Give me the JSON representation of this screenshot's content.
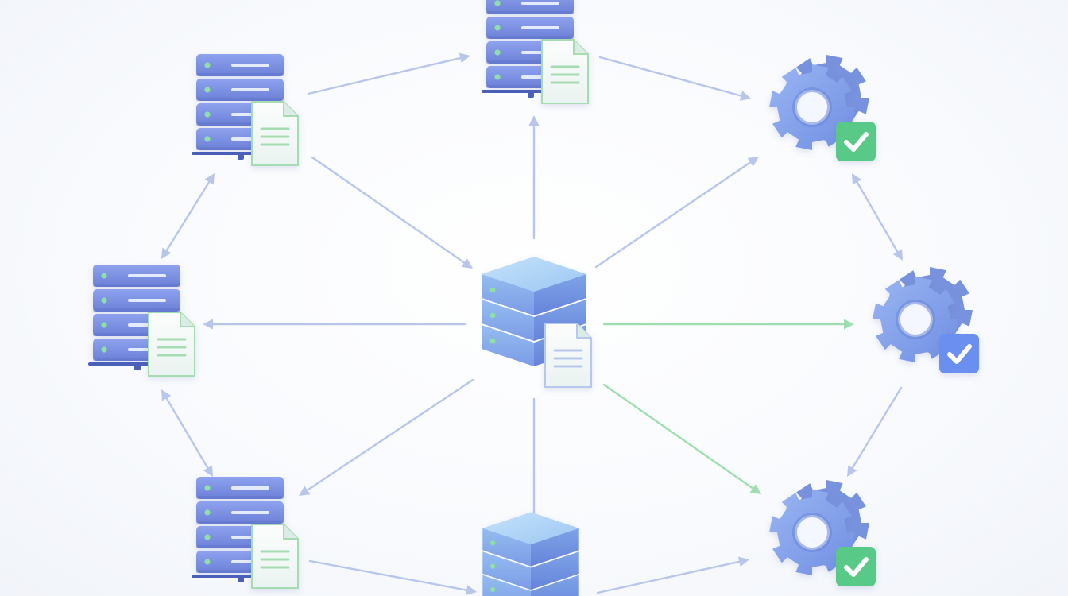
{
  "diagram": {
    "description_visible_text": "",
    "colors": {
      "background": "#f6f8fc",
      "server_light": "#7f95e6",
      "server_dark": "#5f73c9",
      "server_slot": "#4a5fb8",
      "led": "#8fe0a4",
      "document": "#eef4f3",
      "document_green_edge": "#a6dcb1",
      "document_blue_edge": "#b8c8ec",
      "cube_top": "#a9d2f6",
      "cube_side": "#7aa3e6",
      "gear": "#7e9ee8",
      "gear_dark": "#6a86d9",
      "check_green": "#58c987",
      "check_blue": "#6b8ff0",
      "arrow_blue": "#b7c6ea",
      "arrow_green": "#9fdeae"
    },
    "nodes": [
      {
        "id": "central-database",
        "kind": "database-stack",
        "document": "blue"
      },
      {
        "id": "server-top-center",
        "kind": "server-rack",
        "document": "green"
      },
      {
        "id": "server-top-left",
        "kind": "server-rack",
        "document": "green"
      },
      {
        "id": "server-mid-left",
        "kind": "server-rack",
        "document": "green"
      },
      {
        "id": "server-bottom-left",
        "kind": "server-rack",
        "document": "green"
      },
      {
        "id": "database-bottom-center",
        "kind": "database-stack",
        "document": "none"
      },
      {
        "id": "gear-top-right",
        "kind": "gear-service",
        "badge": "green"
      },
      {
        "id": "gear-mid-right",
        "kind": "gear-service",
        "badge": "blue"
      },
      {
        "id": "gear-bottom-right",
        "kind": "gear-service",
        "badge": "green"
      }
    ],
    "edges": [
      {
        "from": "server-top-left",
        "to": "server-top-center",
        "color": "blue",
        "heads": "end"
      },
      {
        "from": "server-top-center",
        "to": "gear-top-right",
        "color": "blue",
        "heads": "end"
      },
      {
        "from": "central-database",
        "to": "server-top-center",
        "color": "blue",
        "heads": "end"
      },
      {
        "from": "server-top-left",
        "to": "central-database",
        "color": "blue",
        "heads": "end"
      },
      {
        "from": "central-database",
        "to": "gear-top-right",
        "color": "blue",
        "heads": "end"
      },
      {
        "from": "server-top-left",
        "to": "server-mid-left",
        "color": "blue",
        "heads": "both"
      },
      {
        "from": "central-database",
        "to": "server-mid-left",
        "color": "blue",
        "heads": "end"
      },
      {
        "from": "central-database",
        "to": "gear-mid-right",
        "color": "green",
        "heads": "end"
      },
      {
        "from": "gear-top-right",
        "to": "gear-mid-right",
        "color": "blue",
        "heads": "both"
      },
      {
        "from": "server-mid-left",
        "to": "server-bottom-left",
        "color": "blue",
        "heads": "both"
      },
      {
        "from": "central-database",
        "to": "server-bottom-left",
        "color": "blue",
        "heads": "end"
      },
      {
        "from": "central-database",
        "to": "database-bottom-center",
        "color": "blue",
        "heads": "end"
      },
      {
        "from": "central-database",
        "to": "gear-bottom-right",
        "color": "green",
        "heads": "end"
      },
      {
        "from": "gear-mid-right",
        "to": "gear-bottom-right",
        "color": "blue",
        "heads": "end"
      },
      {
        "from": "server-bottom-left",
        "to": "database-bottom-center",
        "color": "blue",
        "heads": "end"
      },
      {
        "from": "database-bottom-center",
        "to": "gear-bottom-right",
        "color": "blue",
        "heads": "end"
      }
    ]
  }
}
